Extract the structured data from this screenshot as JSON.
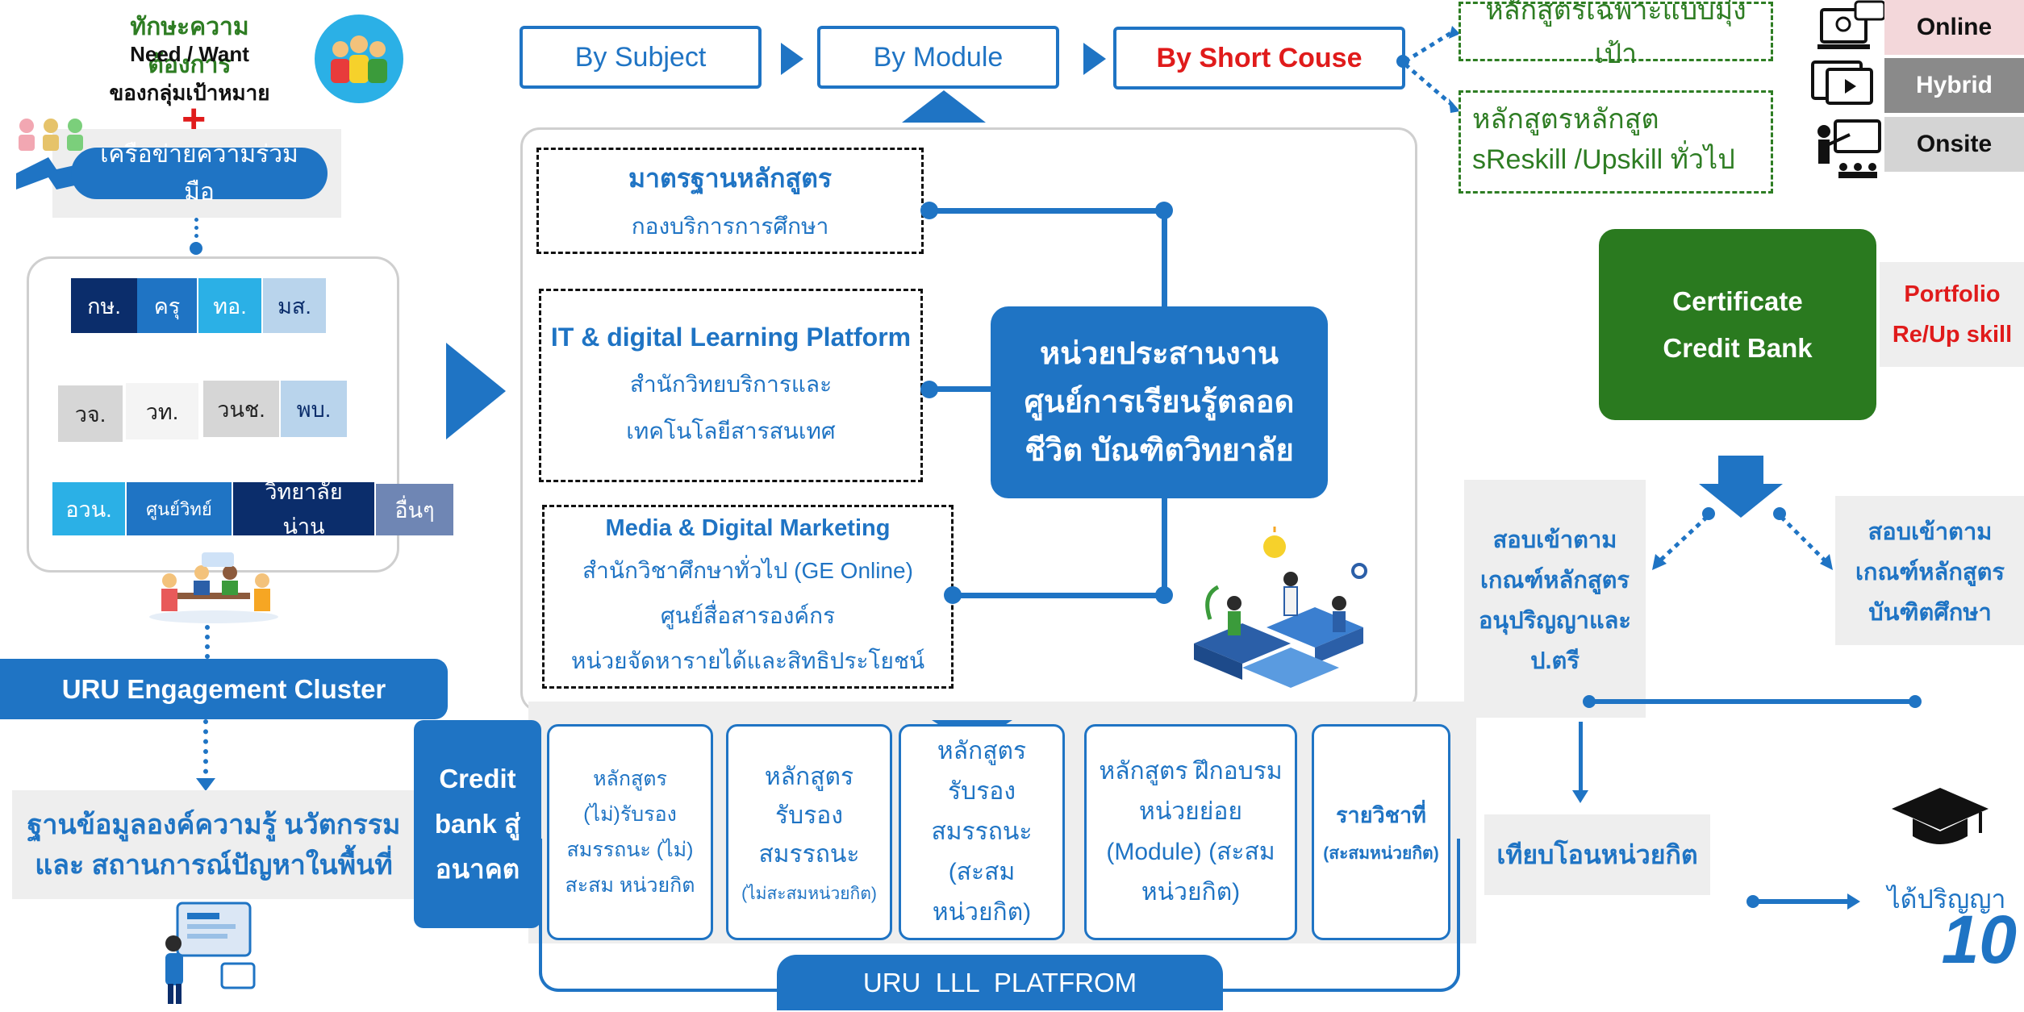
{
  "left": {
    "need_title": "ทักษะความต้องการ",
    "need_sub": "Need / Want",
    "need_target": "ของกลุ่มเป้าหมาย",
    "plus_sign": "+",
    "network_label": "เครือข่ายความร่วมมือ",
    "partners_row1": [
      "กษ.",
      "ครุ",
      "ทอ.",
      "มส."
    ],
    "partners_row2": [
      "วจ.",
      "วท.",
      "วนช.",
      "พบ."
    ],
    "partners_row3": [
      "อวน.",
      "ศูนย์วิทย์",
      "วิทยาลัยน่าน",
      "อื่นๆ"
    ],
    "cluster_label": "URU Engagement Cluster",
    "knowledge_base": "ฐานข้อมูลองค์ความรู้ นวัตกรรม และ สถานการณ์ปัญหาในพื้นที่"
  },
  "flow": {
    "by_subject": "By Subject",
    "by_module": "By Module",
    "by_short_course": "By Short Couse"
  },
  "targets": {
    "targeted_course": "หลักสูตรเฉพาะแบบมุ่งเป้า",
    "reskill_course": "หลักสูตรหลักสูต sReskill /Upskill ทั่วไป"
  },
  "modes": [
    "Online",
    "Hybrid",
    "Onsite"
  ],
  "center": {
    "standard_title": "มาตรฐานหลักสูตร",
    "standard_sub": "กองบริการการศึกษา",
    "it_title": "IT & digital Learning Platform",
    "it_sub1": "สำนักวิทยบริการและ",
    "it_sub2": "เทคโนโลยีสารสนเทศ",
    "media_title": "Media & Digital Marketing",
    "media_sub1": "สำนักวิชาศึกษาทั่วไป (GE Online)",
    "media_sub2": "ศูนย์สื่อสารองค์กร",
    "media_sub3": "หน่วยจัดหารายได้และสิทธิประโยชน์",
    "hub": "หน่วยประสานงานศูนย์การเรียนรู้ตลอดชีวิต บัณฑิตวิทยาลัย"
  },
  "credit": {
    "credit_bank_future": "Credit bank สู่อนาคต",
    "courses": [
      "หลักสูตร (ไม่)รับรอง สมรรถนะ (ไม่) สะสม หน่วยกิต",
      "หลักสูตร รับรองสมรรถนะ",
      "หลักสูตร รับรองสมรรถนะ (สะสมหน่วยกิต)",
      "หลักสูตร ฝึกอบรมหน่วยย่อย (Module) (สะสมหน่วยกิต)",
      "รายวิชาที่"
    ],
    "course2_note": "(ไม่สะสมหน่วยกิต)",
    "course5_note": "(สะสมหน่วยกิต)",
    "platform": "URU  LLL  PLATFROM"
  },
  "right": {
    "cert_bank": "Certificate Credit Bank",
    "portfolio": "Portfolio Re/Up skill",
    "exam_left": "สอบเข้าตาม เกณฑ์หลักสูตร อนุปริญญาและ ป.ตรี",
    "exam_right": "สอบเข้าตาม เกณฑ์หลักสูตร บันฑิตศึกษา",
    "transfer": "เทียบโอนหน่วยกิต",
    "degree": "ได้ปริญญา",
    "page_number": "10"
  },
  "colors": {
    "primary_blue": "#1f74c4",
    "dark_navy": "#0b2d6b",
    "green": "#2e7d23",
    "red": "#e01b1b"
  }
}
